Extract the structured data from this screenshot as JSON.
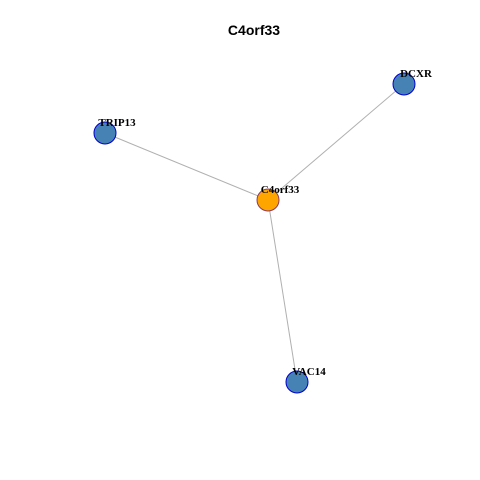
{
  "title": "C4orf33",
  "colors": {
    "background": "#ffffff",
    "center_node_fill": "#FFA500",
    "center_node_stroke": "#8B3A62",
    "neighbor_node_fill": "#4682B4",
    "neighbor_node_stroke": "#0000CD",
    "edge": "#b0b0b0",
    "label": "#000000",
    "title": "#000000"
  },
  "graph": {
    "center": "C4orf33",
    "nodes": [
      {
        "id": "C4orf33",
        "label": "C4orf33",
        "role": "center"
      },
      {
        "id": "DCXR",
        "label": "DCXR",
        "role": "neighbor"
      },
      {
        "id": "TRIP13",
        "label": "TRIP13",
        "role": "neighbor"
      },
      {
        "id": "VAC14",
        "label": "VAC14",
        "role": "neighbor"
      }
    ],
    "edges": [
      {
        "source": "C4orf33",
        "target": "DCXR"
      },
      {
        "source": "C4orf33",
        "target": "TRIP13"
      },
      {
        "source": "C4orf33",
        "target": "VAC14"
      }
    ]
  }
}
